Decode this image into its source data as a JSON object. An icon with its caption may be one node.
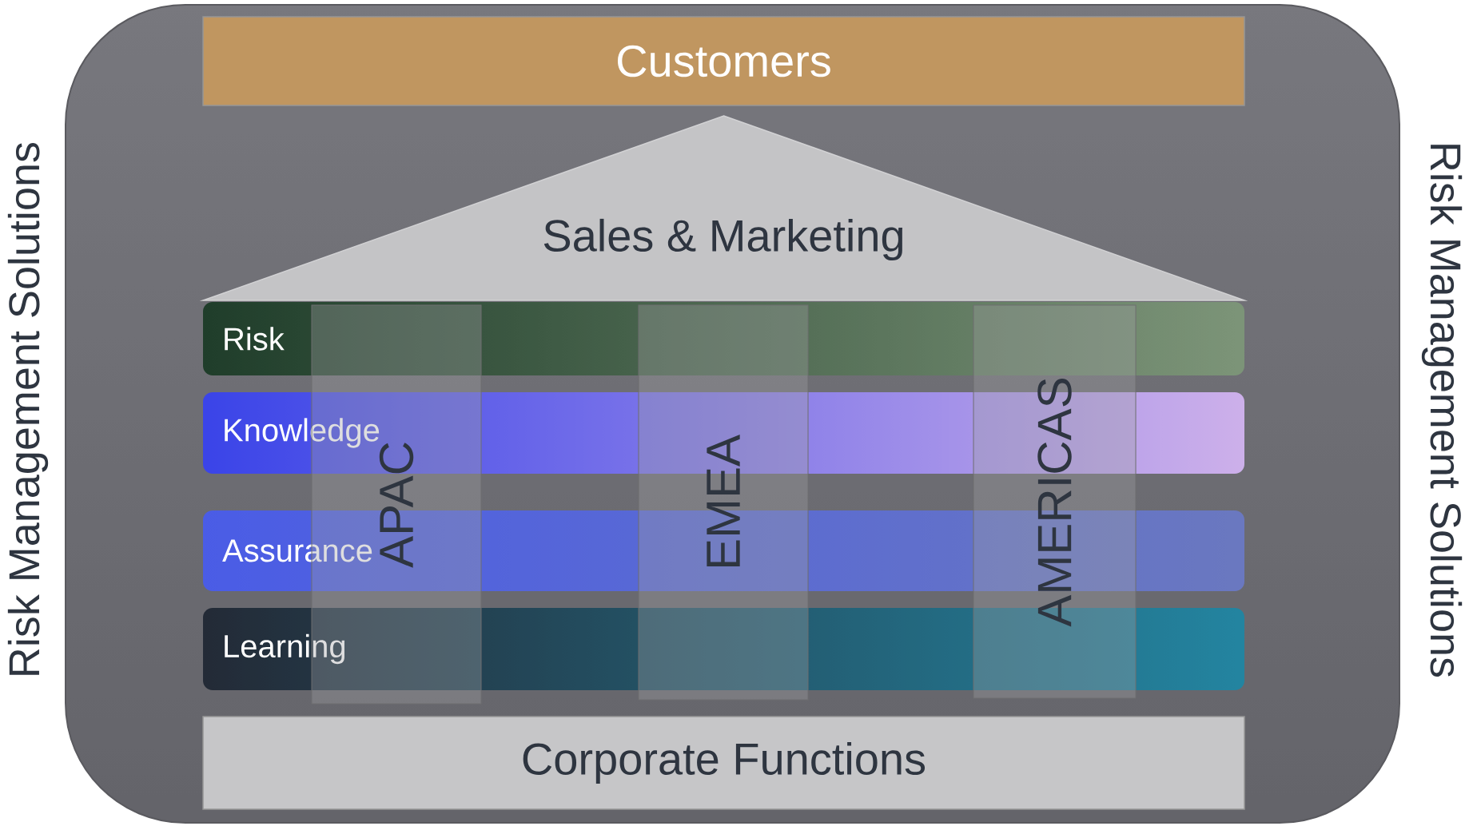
{
  "diagram": {
    "nodes": [
      {
        "text": [
          "Customers"
        ]
      },
      {
        "text": [
          "Sales & Marketing"
        ]
      },
      {
        "text": [
          "APAC"
        ]
      },
      {
        "text": [
          "EMEA"
        ]
      },
      {
        "text": [
          "AMERICAS"
        ]
      },
      {
        "text": [
          "Risk"
        ]
      },
      {
        "text": [
          "Knowledge"
        ]
      },
      {
        "text": [
          "Assurance"
        ]
      },
      {
        "text": [
          "Learning"
        ]
      },
      {
        "text": [
          "Corporate Functions"
        ]
      }
    ],
    "labels": [
      "Risk Management Solutions",
      "Risk Management Solutions"
    ]
  }
}
